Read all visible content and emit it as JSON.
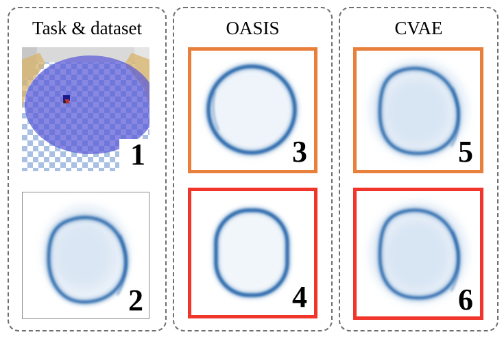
{
  "panels": [
    {
      "title": "Task & dataset"
    },
    {
      "title": "OASIS"
    },
    {
      "title": "CVAE"
    }
  ],
  "tiles": [
    {
      "number": "1",
      "kind": "scene"
    },
    {
      "number": "2",
      "kind": "dataset-density",
      "border_color": "#8a8a8a"
    },
    {
      "number": "3",
      "kind": "density",
      "border_color": "#e8803c"
    },
    {
      "number": "4",
      "kind": "density",
      "border_color": "#f0352a"
    },
    {
      "number": "5",
      "kind": "density",
      "border_color": "#e8803c"
    },
    {
      "number": "6",
      "kind": "density",
      "border_color": "#f0352a"
    }
  ],
  "colors": {
    "ring": "#1f5fa6",
    "haze": "#a9c6e6",
    "target_disk": "#5a5ad8",
    "checker_light": "#ffffff",
    "checker_dark": "#a9c0e3"
  }
}
